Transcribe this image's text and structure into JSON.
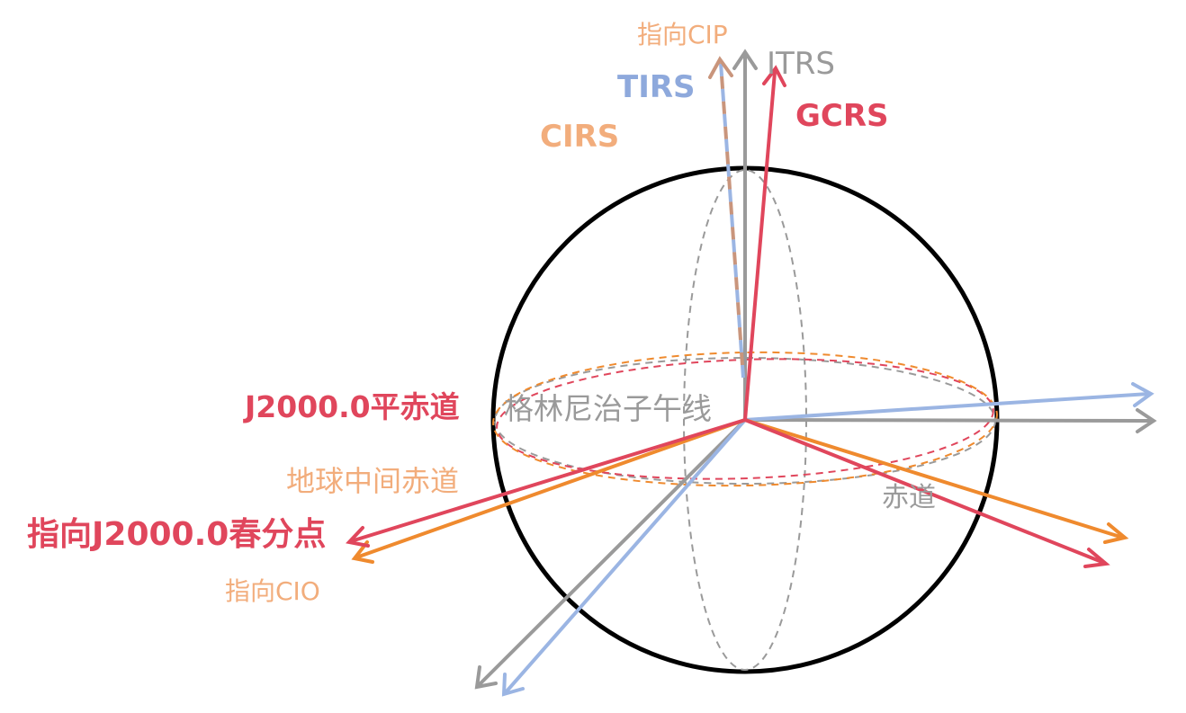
{
  "labels": {
    "point_cip": "指向CIP",
    "itrs": "ITRS",
    "tirs": "TIRS",
    "gcrs": "GCRS",
    "cirs": "CIRS",
    "j2000_equator": "J2000.0平赤道",
    "greenwich_meridian": "格林尼治子午线",
    "intermediate_equator": "地球中间赤道",
    "equator": "赤道",
    "point_j2000_equinox": "指向J2000.0春分点",
    "point_cio": "指向CIO"
  },
  "colors": {
    "itrs_gray": "#9a9a9a",
    "tirs_blue": "#9bb5e3",
    "gcrs_red": "#e0465c",
    "cirs_orange": "#ef8a2e",
    "cirs_label_orange": "#f2ad7c",
    "sphere_black": "#000000"
  }
}
